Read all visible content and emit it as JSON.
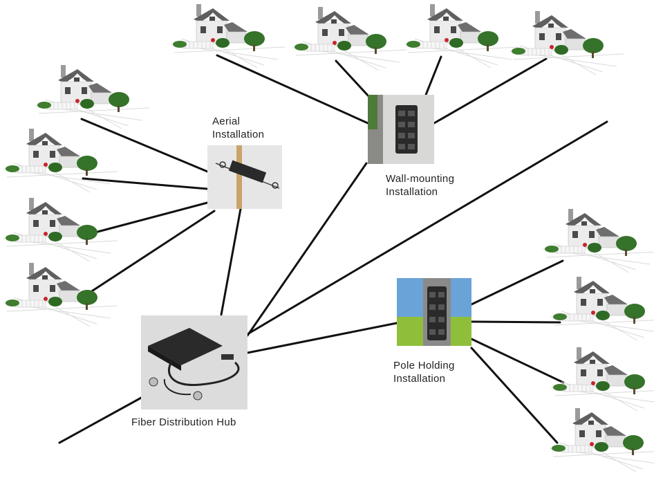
{
  "labels": {
    "aerial": [
      "Aerial",
      "Installation"
    ],
    "wall": [
      "Wall-mounting",
      "Installation"
    ],
    "pole": [
      "Pole Holding",
      "Installation"
    ],
    "hub": "Fiber Distribution Hub"
  },
  "colors": {
    "line": "#111111",
    "roof": "#6f6f6f",
    "wall": "#e8e8e8",
    "grass": "#3e7a2c",
    "flower": "#c8242c",
    "fence": "#f4f4f4",
    "sky": "#6aa3d8",
    "field": "#8fbf3a",
    "device": "#2a2a2a"
  },
  "nodes": {
    "hub": "fiber-distribution-hub",
    "aerial": "aerial-installation",
    "wall": "wall-mounting-installation",
    "pole": "pole-holding-installation"
  }
}
